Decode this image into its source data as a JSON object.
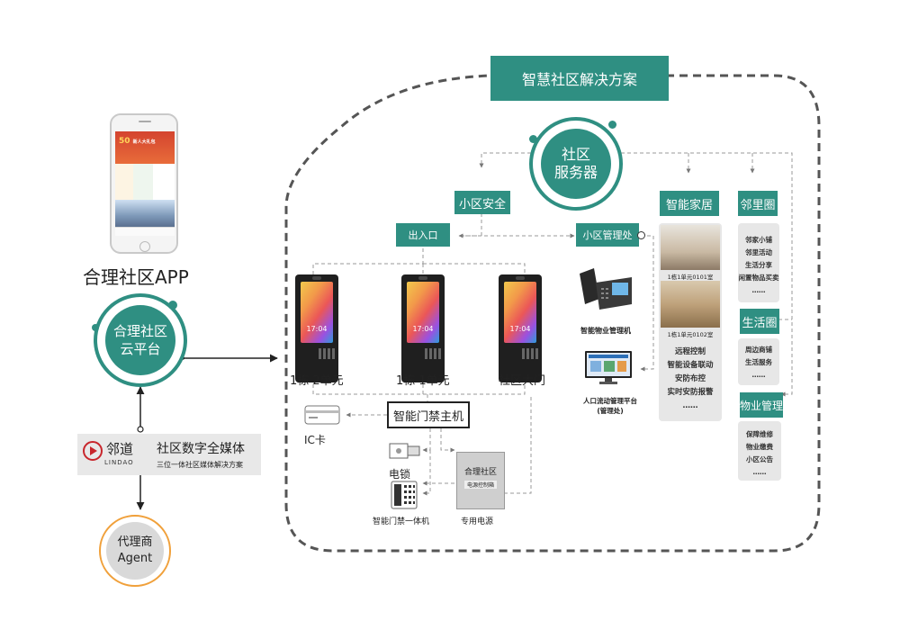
{
  "title": "智慧社区解决方案",
  "server": {
    "line1": "社区",
    "line2": "服务器"
  },
  "app_label": "合理社区APP",
  "cloud": {
    "line1": "合理社区",
    "line2": "云平台"
  },
  "lindao": {
    "logo": "邻道",
    "logo_sub": "LINDAO",
    "main": "社区数字全媒体",
    "sub": "三位一体社区媒体解决方案"
  },
  "agent": {
    "line1": "代理商",
    "line2": "Agent"
  },
  "categories": {
    "security": "小区安全",
    "entrance": "出入口",
    "management": "小区管理处",
    "smart_home": "智能家居",
    "neighbor": "邻里圈",
    "life": "生活圈",
    "property": "物业管理"
  },
  "entrance_devices": [
    {
      "time": "17:04",
      "label": "1栋 2单元"
    },
    {
      "time": "17:04",
      "label": "1栋 1单元"
    },
    {
      "time": "17:04",
      "label": "社区大门"
    }
  ],
  "access_host": "智能门禁主机",
  "ic_card": "IC卡",
  "electric_lock": "电锁",
  "access_all_in_one": "智能门禁一体机",
  "power_box": {
    "title": "合理社区",
    "plate": "电源控制箱",
    "label": "专用电源"
  },
  "property_phone": "智能物业管理机",
  "flow_platform": {
    "line1": "人口流动管理平台",
    "line2": "(管理处)"
  },
  "home_photos": [
    "1栋1单元0101室",
    "1栋1单元0102室"
  ],
  "smart_home_items": [
    "远程控制",
    "智能设备联动",
    "安防布控",
    "实时安防报警",
    "……"
  ],
  "neighbor_items": [
    "邻家小铺",
    "邻里活动",
    "生活分享",
    "闲置物品买卖",
    "……"
  ],
  "life_items": [
    "周边商铺",
    "生活服务",
    "……"
  ],
  "property_items": [
    "保障维修",
    "物业缴费",
    "小区公告",
    "……"
  ],
  "phone_screen": {
    "promo": "50",
    "promo_text": "新人大礼包"
  },
  "colors": {
    "teal": "#2f8f82",
    "orange": "#f0a03a",
    "grey_panel": "#e7e7e7"
  }
}
